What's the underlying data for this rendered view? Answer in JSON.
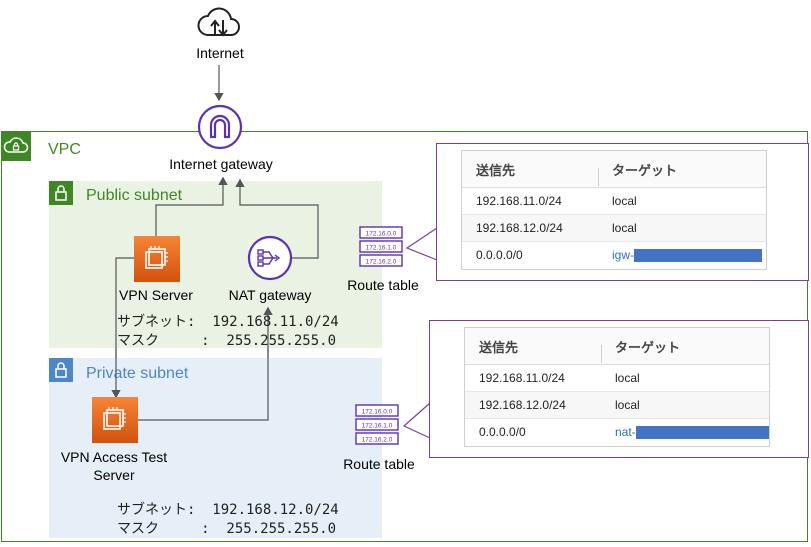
{
  "internet": {
    "label": "Internet"
  },
  "igw": {
    "label": "Internet gateway"
  },
  "vpc": {
    "label": "VPC"
  },
  "public_subnet": {
    "label": "Public subnet"
  },
  "private_subnet": {
    "label": "Private subnet"
  },
  "vpn_server": {
    "label": "VPN Server",
    "subnet_line": "サブネット:  192.168.11.0/24",
    "mask_line": "マスク     :  255.255.255.0"
  },
  "nat_gateway": {
    "label": "NAT gateway"
  },
  "vpn_test_server": {
    "label_line1": "VPN Access Test",
    "label_line2": "Server",
    "subnet_line": "サブネット:  192.168.12.0/24",
    "mask_line": "マスク     :  255.255.255.0"
  },
  "route_table_icon": {
    "lines": [
      "172.16.0.0",
      "172.16.1.0",
      "172.16.2.0"
    ]
  },
  "public_route_table": {
    "label": "Route table",
    "headers": [
      "送信先",
      "ターゲット"
    ],
    "rows": [
      {
        "dest": "192.168.11.0/24",
        "target": "local"
      },
      {
        "dest": "192.168.12.0/24",
        "target": "local"
      },
      {
        "dest": "0.0.0.0/0",
        "target": "igw-"
      }
    ]
  },
  "private_route_table": {
    "label": "Route table",
    "headers": [
      "送信先",
      "ターゲット"
    ],
    "rows": [
      {
        "dest": "192.168.11.0/24",
        "target": "local"
      },
      {
        "dest": "192.168.12.0/24",
        "target": "local"
      },
      {
        "dest": "0.0.0.0/0",
        "target": "nat-"
      }
    ]
  },
  "colors": {
    "vpc_green": "#3f8624",
    "public_bg": "#e9f2e3",
    "private_bg": "#e6eff7",
    "private_blue": "#4d87c6",
    "igw_purple": "#5a30b5",
    "ec2_orange": "#e7670f",
    "route_purple": "#7a3ea0",
    "redaction_blue": "#4472c4"
  },
  "icons": [
    "cloud-icon",
    "internet-gateway-icon",
    "vpc-cloud-icon",
    "lock-icon",
    "ec2-instance-icon",
    "nat-gateway-icon",
    "route-table-icon"
  ]
}
